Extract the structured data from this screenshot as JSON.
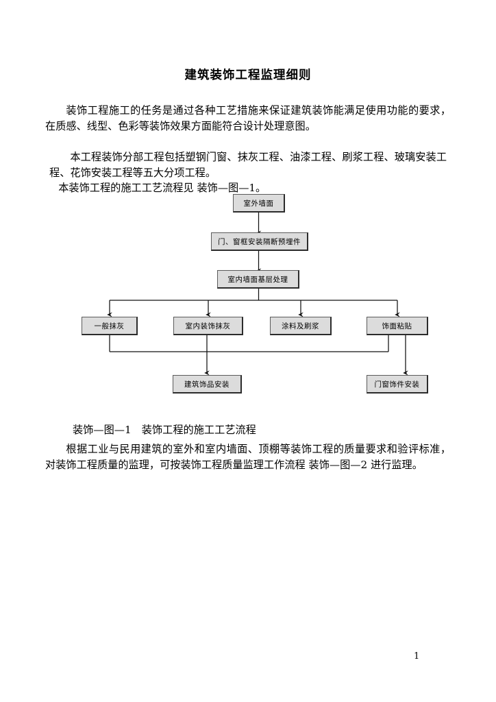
{
  "document": {
    "title": "建筑装饰工程监理细则",
    "page_number": "1"
  },
  "paragraphs": {
    "p1": "装饰工程施工的任务是通过各种工艺措施来保证建筑装饰能满足使用功能的要求，在质感、线型、色彩等装饰效果方面能符合设计处理意图。",
    "p2": "本工程装饰分部工程包括塑钢门窗、抹灰工程、油漆工程、刷浆工程、玻璃安装工程、花饰安装工程等五大分项工程。",
    "p3": "本装饰工程的施工工艺流程见 装饰—图—1。",
    "caption": "装饰—图—1　装饰工程的施工工艺流程",
    "p4": "根据工业与民用建筑的室外和室内墙面、顶棚等装饰工程的质量要求和验评标准，对装饰工程质量的监理，可按装饰工程质量监理工作流程 装饰—图—2 进行监理。"
  },
  "flowchart": {
    "type": "flowchart",
    "title": "装饰工程的施工工艺流程",
    "nodes": [
      {
        "id": "n1",
        "label": "室外墙面"
      },
      {
        "id": "n2",
        "label": "门、窗框安装隔断预埋件"
      },
      {
        "id": "n3",
        "label": "室内墙面基层处理"
      },
      {
        "id": "n4",
        "label": "一般抹灰"
      },
      {
        "id": "n5",
        "label": "室内装饰抹灰"
      },
      {
        "id": "n6",
        "label": "涂料及刷浆"
      },
      {
        "id": "n7",
        "label": "饰面粘贴"
      },
      {
        "id": "n8",
        "label": "建筑饰品安装"
      },
      {
        "id": "n9",
        "label": "门窗饰件安装"
      }
    ],
    "edges": [
      {
        "from": "n1",
        "to": "n2"
      },
      {
        "from": "n2",
        "to": "n3"
      },
      {
        "from": "n3",
        "to": "n4"
      },
      {
        "from": "n3",
        "to": "n5"
      },
      {
        "from": "n3",
        "to": "n6"
      },
      {
        "from": "n3",
        "to": "n7"
      },
      {
        "from": "n4",
        "to": "n8"
      },
      {
        "from": "n5",
        "to": "n8"
      },
      {
        "from": "n7",
        "to": "n8"
      },
      {
        "from": "n7",
        "to": "n9"
      }
    ]
  }
}
